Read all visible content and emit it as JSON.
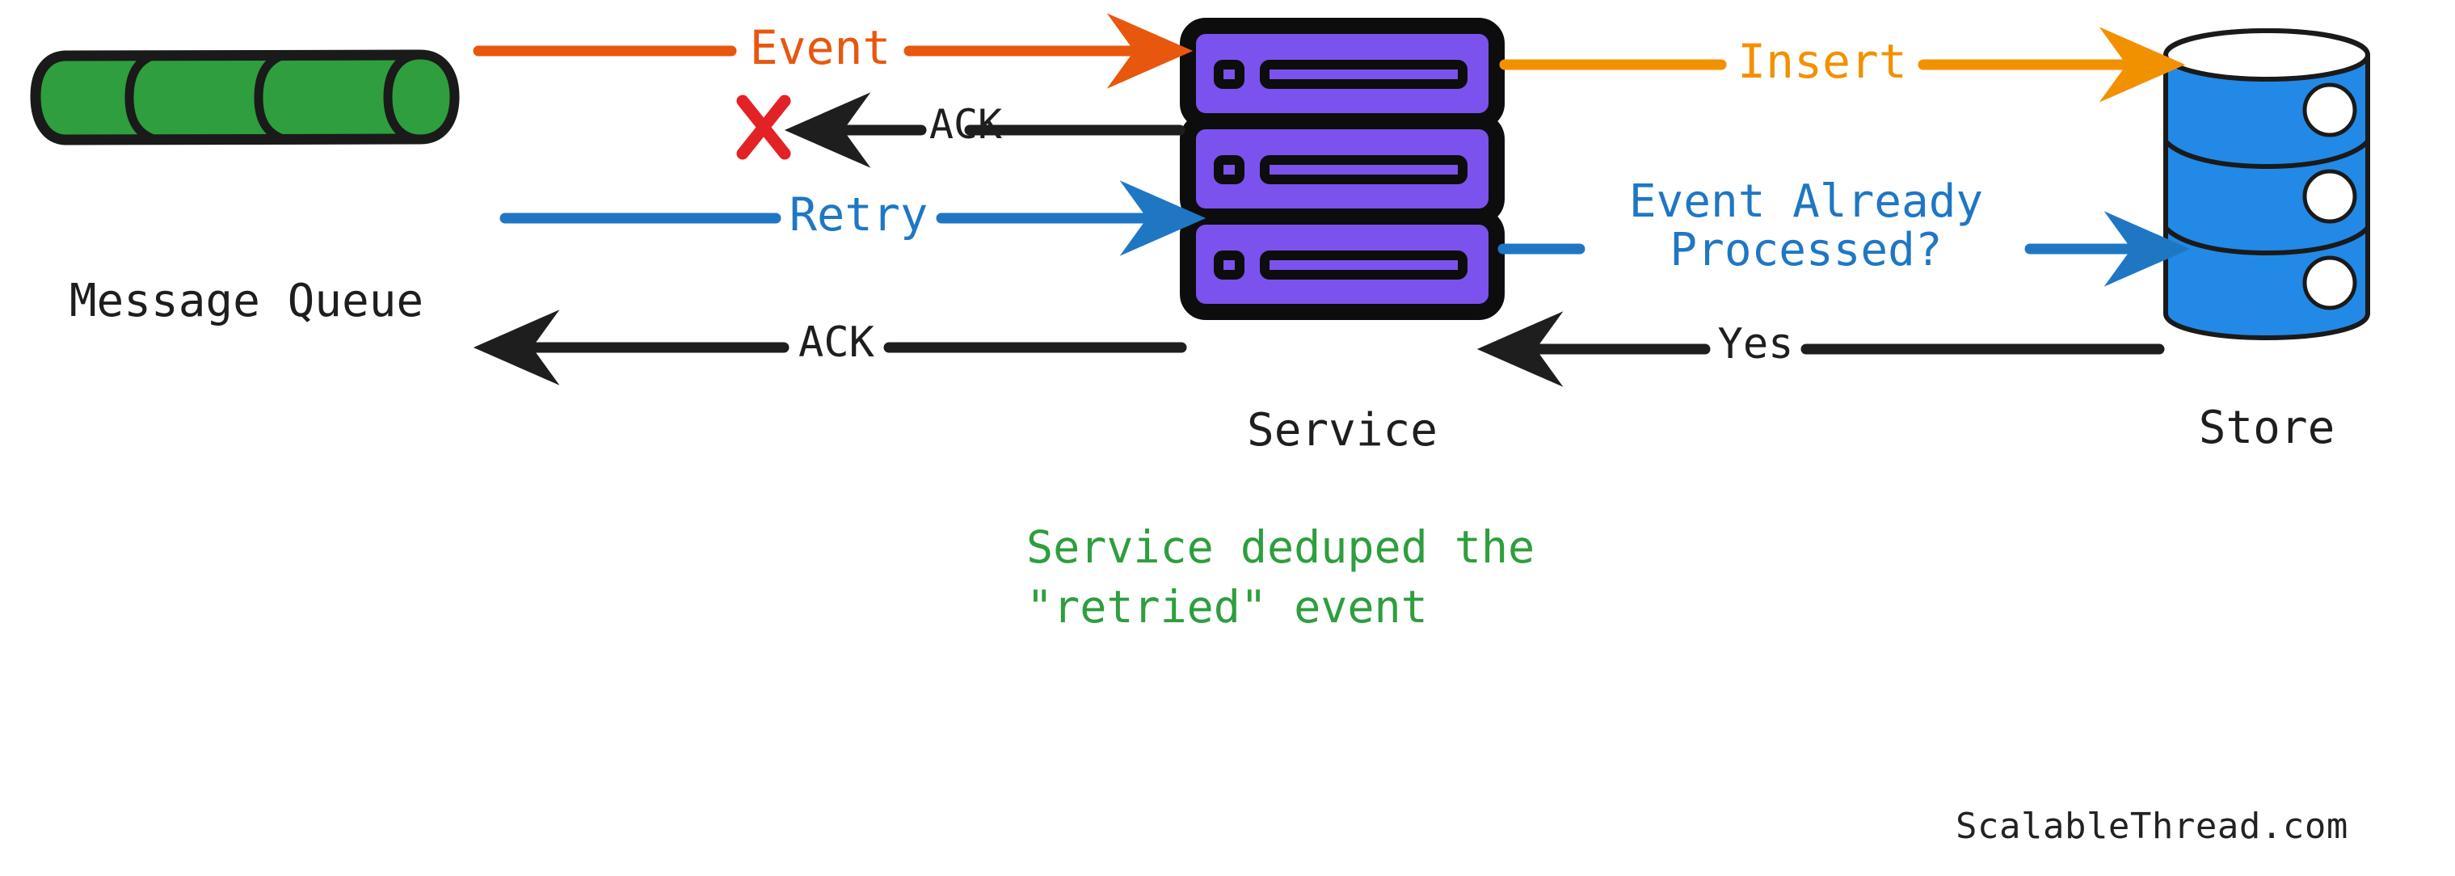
{
  "diagram": {
    "title": "Message Queue / Service / Store idempotency flow",
    "background": "#ffffff",
    "nodes": [
      {
        "id": "message-queue",
        "label": "Message Queue",
        "shape": "horizontal-cylinder",
        "color": "#2E9E3E",
        "stroke": "#1a1a1a",
        "segments": 3
      },
      {
        "id": "service",
        "label": "Service",
        "shape": "server-stack",
        "color": "#7B52ED",
        "stroke": "#0d0d0d",
        "units": 3
      },
      {
        "id": "store",
        "label": "Store",
        "shape": "database-cylinder",
        "color": "#2389E6",
        "stroke": "#1a1a1a",
        "discs": 3
      }
    ],
    "edges": [
      {
        "id": "edge-event",
        "label": "Event",
        "from": "message-queue",
        "to": "service",
        "direction": "right",
        "color": "#E8570E"
      },
      {
        "id": "edge-ack-failed",
        "label": "ACK",
        "from": "service",
        "to": "message-queue",
        "direction": "left",
        "color": "#1e1e1e",
        "status": "failed"
      },
      {
        "id": "edge-retry",
        "label": "Retry",
        "from": "message-queue",
        "to": "service",
        "direction": "right",
        "color": "#1F77C4"
      },
      {
        "id": "edge-ack-success",
        "label": "ACK",
        "from": "service",
        "to": "message-queue",
        "direction": "left",
        "color": "#1e1e1e"
      },
      {
        "id": "edge-insert",
        "label": "Insert",
        "from": "service",
        "to": "store",
        "direction": "right",
        "color": "#F29100"
      },
      {
        "id": "edge-already-processed",
        "label_line1": "Event Already",
        "label_line2": "Processed?",
        "from": "service",
        "to": "store",
        "direction": "right",
        "color": "#1F77C4"
      },
      {
        "id": "edge-yes",
        "label": "Yes",
        "from": "store",
        "to": "service",
        "direction": "left",
        "color": "#1e1e1e"
      }
    ],
    "markers": [
      {
        "id": "failure-x",
        "glyph": "X",
        "meaning": "ack-lost",
        "color": "#E32226"
      }
    ],
    "caption": {
      "line1": "Service deduped the",
      "line2": "\"retried\" event",
      "color": "#2E9E3E"
    },
    "watermark": "ScalableThread.com"
  }
}
